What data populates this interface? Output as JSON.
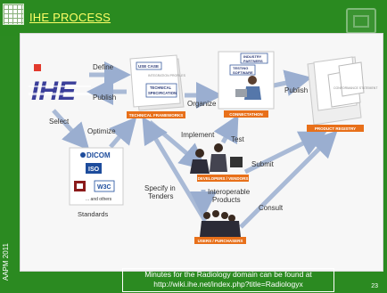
{
  "slide": {
    "title": "IHE PROCESS",
    "side_label": "AAPM 2011",
    "footer_line1": "Minutes for the Radiology domain can be found at",
    "footer_line2": "http://wiki.ihe.net/index.php?title=Radiologyx",
    "page_number": "23"
  },
  "diagram": {
    "ihe_logo": "IHE",
    "arrow_define": "Define",
    "arrow_publish_left": "Publish",
    "arrow_select": "Select",
    "arrow_optimize": "Optimize",
    "arrow_organize": "Organize",
    "arrow_publish_right": "Publish",
    "arrow_implement": "Implement",
    "arrow_test": "Test",
    "arrow_submit": "Submit",
    "arrow_specify_1": "Specify in",
    "arrow_specify_2": "Tenders",
    "arrow_interop_1": "Interoperable",
    "arrow_interop_2": "Products",
    "arrow_consult": "Consult",
    "use_case": "USE CASE",
    "integration_profile": "INTEGRATION PROFILES",
    "tech_spec_1": "TECHNICAL",
    "tech_spec_2": "SPECIFICATION",
    "tech_framework_label": "TECHNICAL FRAMEWORKS",
    "industry_partners_1": "INDUSTRY",
    "industry_partners_2": "PARTNERS",
    "testing_software_1": "TESTING",
    "testing_software_2": "SOFTWARE",
    "connectathon_label": "CONNECTATHON",
    "conformance_statement": "CONFORMANCE STATEMENT",
    "product_registry_label": "PRODUCT REGISTRY",
    "developers_label": "DEVELOPERS / VENDORS",
    "users_label": "USERS / PURCHASERS",
    "dicom_label": "DICOM",
    "iso_label": "ISO",
    "w3c_label": "W3C",
    "and_others": "... and others",
    "standards_label": "Standards"
  },
  "colors": {
    "slide_bg": "#2b8a21",
    "title_yellow": "#ffff66",
    "orange_label": "#e8701a",
    "arrow_blue": "#a9bad6",
    "ihe_logo_blue": "#3b3f9a"
  }
}
